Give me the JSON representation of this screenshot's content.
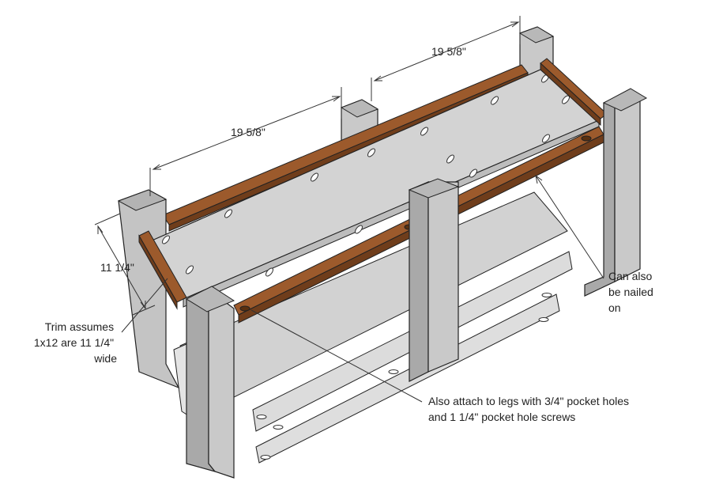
{
  "dimensions": {
    "top_right": "19 5/8\"",
    "top_left": "19 5/8\"",
    "depth": "11 1/4\""
  },
  "callouts": {
    "trim": [
      "Trim assumes",
      "1x12 are 11 1/4\"",
      "wide"
    ],
    "nailed": [
      "Can also",
      "be nailed",
      "on"
    ],
    "pocket": [
      "Also attach to legs with 3/4\" pocket holes",
      "and 1 1/4\" pocket hole screws"
    ]
  },
  "colors": {
    "leg_face": "#c7c7c7",
    "leg_side": "#a9a9a9",
    "shelf": "#cfcfcf",
    "trim_wood": "#9c5a2c",
    "trim_dark": "#6f3d1b",
    "line": "#1a1a1a"
  }
}
